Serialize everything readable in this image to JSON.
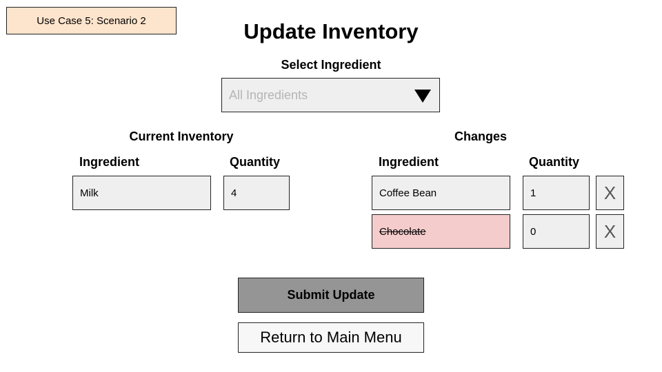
{
  "scenario_label": "Use Case 5: Scenario 2",
  "page_title": "Update Inventory",
  "select": {
    "label": "Select Ingredient",
    "placeholder": "All Ingredients"
  },
  "current_inventory": {
    "title": "Current Inventory",
    "ingredient_header": "Ingredient",
    "quantity_header": "Quantity",
    "rows": [
      {
        "ingredient": "Milk",
        "quantity": "4"
      }
    ]
  },
  "changes": {
    "title": "Changes",
    "ingredient_header": "Ingredient",
    "quantity_header": "Quantity",
    "rows": [
      {
        "ingredient": "Coffee Bean",
        "quantity": "1",
        "remove_label": "X",
        "removed": false
      },
      {
        "ingredient": "Chocolate",
        "quantity": "0",
        "remove_label": "X",
        "removed": true
      }
    ]
  },
  "buttons": {
    "submit": "Submit Update",
    "return": "Return to Main Menu"
  },
  "colors": {
    "scenario_tag": "#fde4cc",
    "field_bg": "#efefef",
    "removed_row": "#f5cccc",
    "submit_bg": "#959595"
  }
}
